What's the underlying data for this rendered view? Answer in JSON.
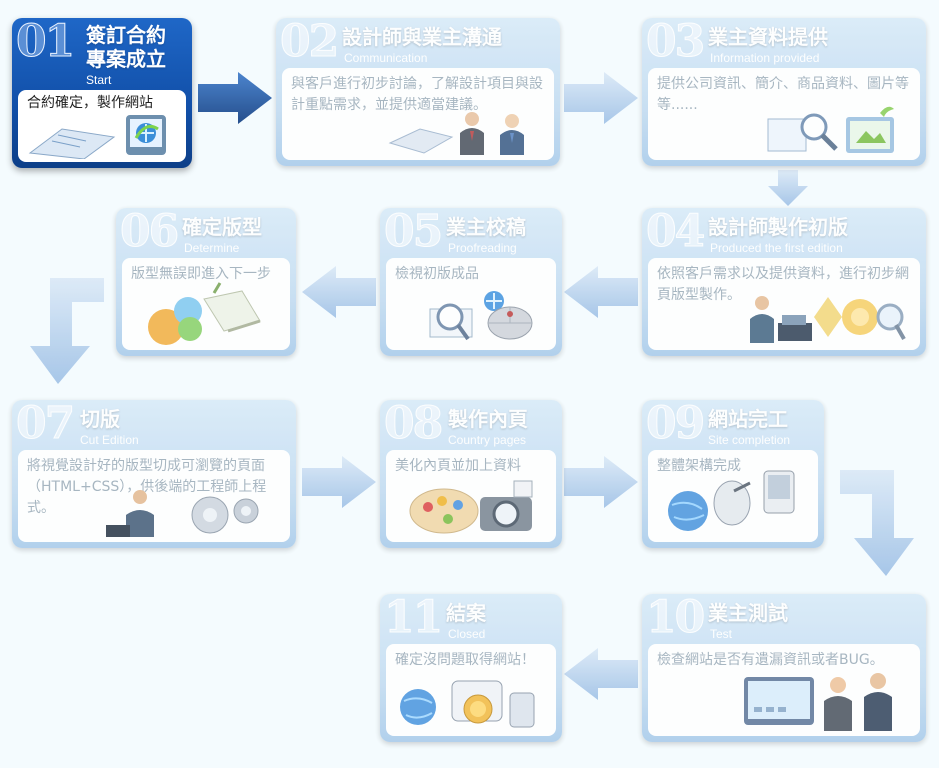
{
  "colors": {
    "card": "#c7ddf2",
    "active_card": "#1456b4",
    "arrow_active": "#1b4ea0",
    "arrow_light": "#bad3ee",
    "desc_text": "#9dadb9"
  },
  "steps": [
    {
      "number": "01",
      "title": "簽訂合約",
      "title2": "專案成立",
      "subtitle": "Start",
      "description": "合約確定，製作網站",
      "icon": "contract-computer-icon"
    },
    {
      "number": "02",
      "title": "設計師與業主溝通",
      "subtitle": "Communication",
      "description": "與客戶進行初步討論，了解設計項目與設計重點需求，並提供適當建議。",
      "icon": "discussion-people-icon"
    },
    {
      "number": "03",
      "title": "業主資料提供",
      "subtitle": "Information provided",
      "description": "提供公司資訊、簡介、商品資料、圖片等等......",
      "icon": "documents-magnifier-icon"
    },
    {
      "number": "04",
      "title": "設計師製作初版",
      "subtitle": "Produced the first edition",
      "description": "依照客戶需求以及提供資料，進行初步網頁版型製作。",
      "icon": "designer-computer-icon"
    },
    {
      "number": "05",
      "title": "業主校稿",
      "subtitle": "Proofreading",
      "description": "檢視初版成品",
      "icon": "mouse-magnifier-icon"
    },
    {
      "number": "06",
      "title": "確定版型",
      "subtitle": "Determine",
      "description": "版型無誤即進入下一步",
      "icon": "spheres-book-icon"
    },
    {
      "number": "07",
      "title": "切版",
      "subtitle": "Cut Edition",
      "description": "將視覺設計好的版型切成可瀏覽的頁面（HTML+CSS），供後端的工程師上程式。",
      "icon": "engineer-gears-icon"
    },
    {
      "number": "08",
      "title": "製作內頁",
      "subtitle": "Country pages",
      "description": "美化內頁並加上資料",
      "icon": "palette-camera-icon"
    },
    {
      "number": "09",
      "title": "網站完工",
      "subtitle": "Site completion",
      "description": "整體架構完成",
      "icon": "globe-satellite-icon"
    },
    {
      "number": "10",
      "title": "業主測試",
      "subtitle": "Test",
      "description": "檢查網站是否有遺漏資訊或者BUG。",
      "icon": "testers-monitor-icon"
    },
    {
      "number": "11",
      "title": "結案",
      "subtitle": "Closed",
      "description": "確定沒問題取得網站！",
      "icon": "globe-coins-icon"
    }
  ]
}
